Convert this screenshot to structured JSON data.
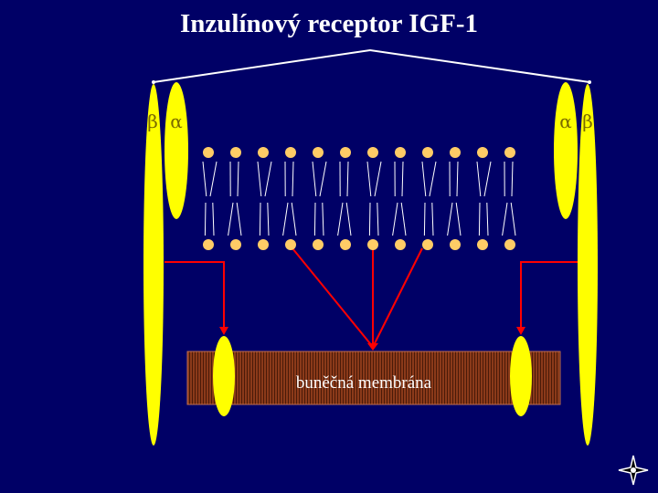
{
  "title": "Inzulínový receptor IGF-1",
  "labels": {
    "left_beta": "β",
    "left_alpha": "α",
    "right_alpha": "α",
    "right_beta": "β",
    "membrane": "buněčná membrána"
  },
  "colors": {
    "background": "#000066",
    "subunit": "#ffff00",
    "arrow": "#ff0000",
    "membrane": "#6a2a12",
    "lipid_head": "#ffcc66",
    "text": "#ffffff"
  },
  "icons": [
    "compass-star-icon"
  ]
}
